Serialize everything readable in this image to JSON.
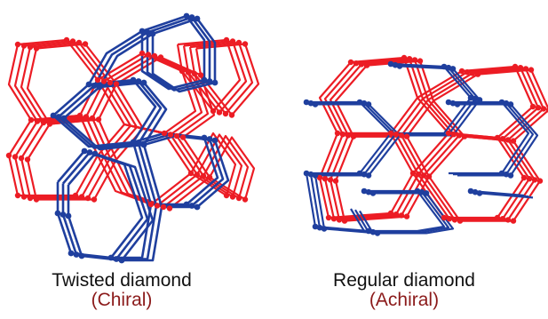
{
  "colors": {
    "red": "#ec1c24",
    "blue": "#1f3f9e",
    "chirality_text": "#8b1a1a",
    "caption_text": "#111111"
  },
  "left_panel": {
    "name": "Twisted diamond",
    "open": "(",
    "chirality": "Chiral",
    "close": ")"
  },
  "right_panel": {
    "name": "Regular diamond",
    "open": "(",
    "chirality": "Achiral",
    "close": ")"
  }
}
